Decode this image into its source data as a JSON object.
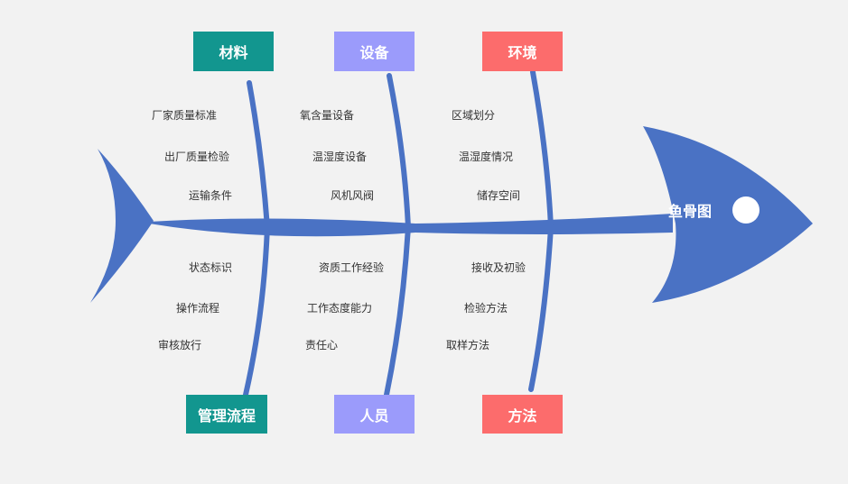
{
  "colors": {
    "background": "#f2f2f2",
    "fish": "#4a72c4",
    "teal": "#12968f",
    "purple": "#9b9bfb",
    "red": "#fc6c6c"
  },
  "diagram": {
    "head_label": "鱼骨图",
    "top_categories": [
      {
        "label": "材料",
        "color": "#12968f",
        "causes": [
          "厂家质量标准",
          "出厂质量检验",
          "运输条件"
        ]
      },
      {
        "label": "设备",
        "color": "#9b9bfb",
        "causes": [
          "氧含量设备",
          "温湿度设备",
          "风机风阀"
        ]
      },
      {
        "label": "环境",
        "color": "#fc6c6c",
        "causes": [
          "区域划分",
          "温湿度情况",
          "储存空间"
        ]
      }
    ],
    "bottom_categories": [
      {
        "label": "管理流程",
        "color": "#12968f",
        "causes": [
          "状态标识",
          "操作流程",
          "审核放行"
        ]
      },
      {
        "label": "人员",
        "color": "#9b9bfb",
        "causes": [
          "资质工作经验",
          "工作态度能力",
          "责任心"
        ]
      },
      {
        "label": "方法",
        "color": "#fc6c6c",
        "causes": [
          "接收及初验",
          "检验方法",
          "取样方法"
        ]
      }
    ]
  }
}
